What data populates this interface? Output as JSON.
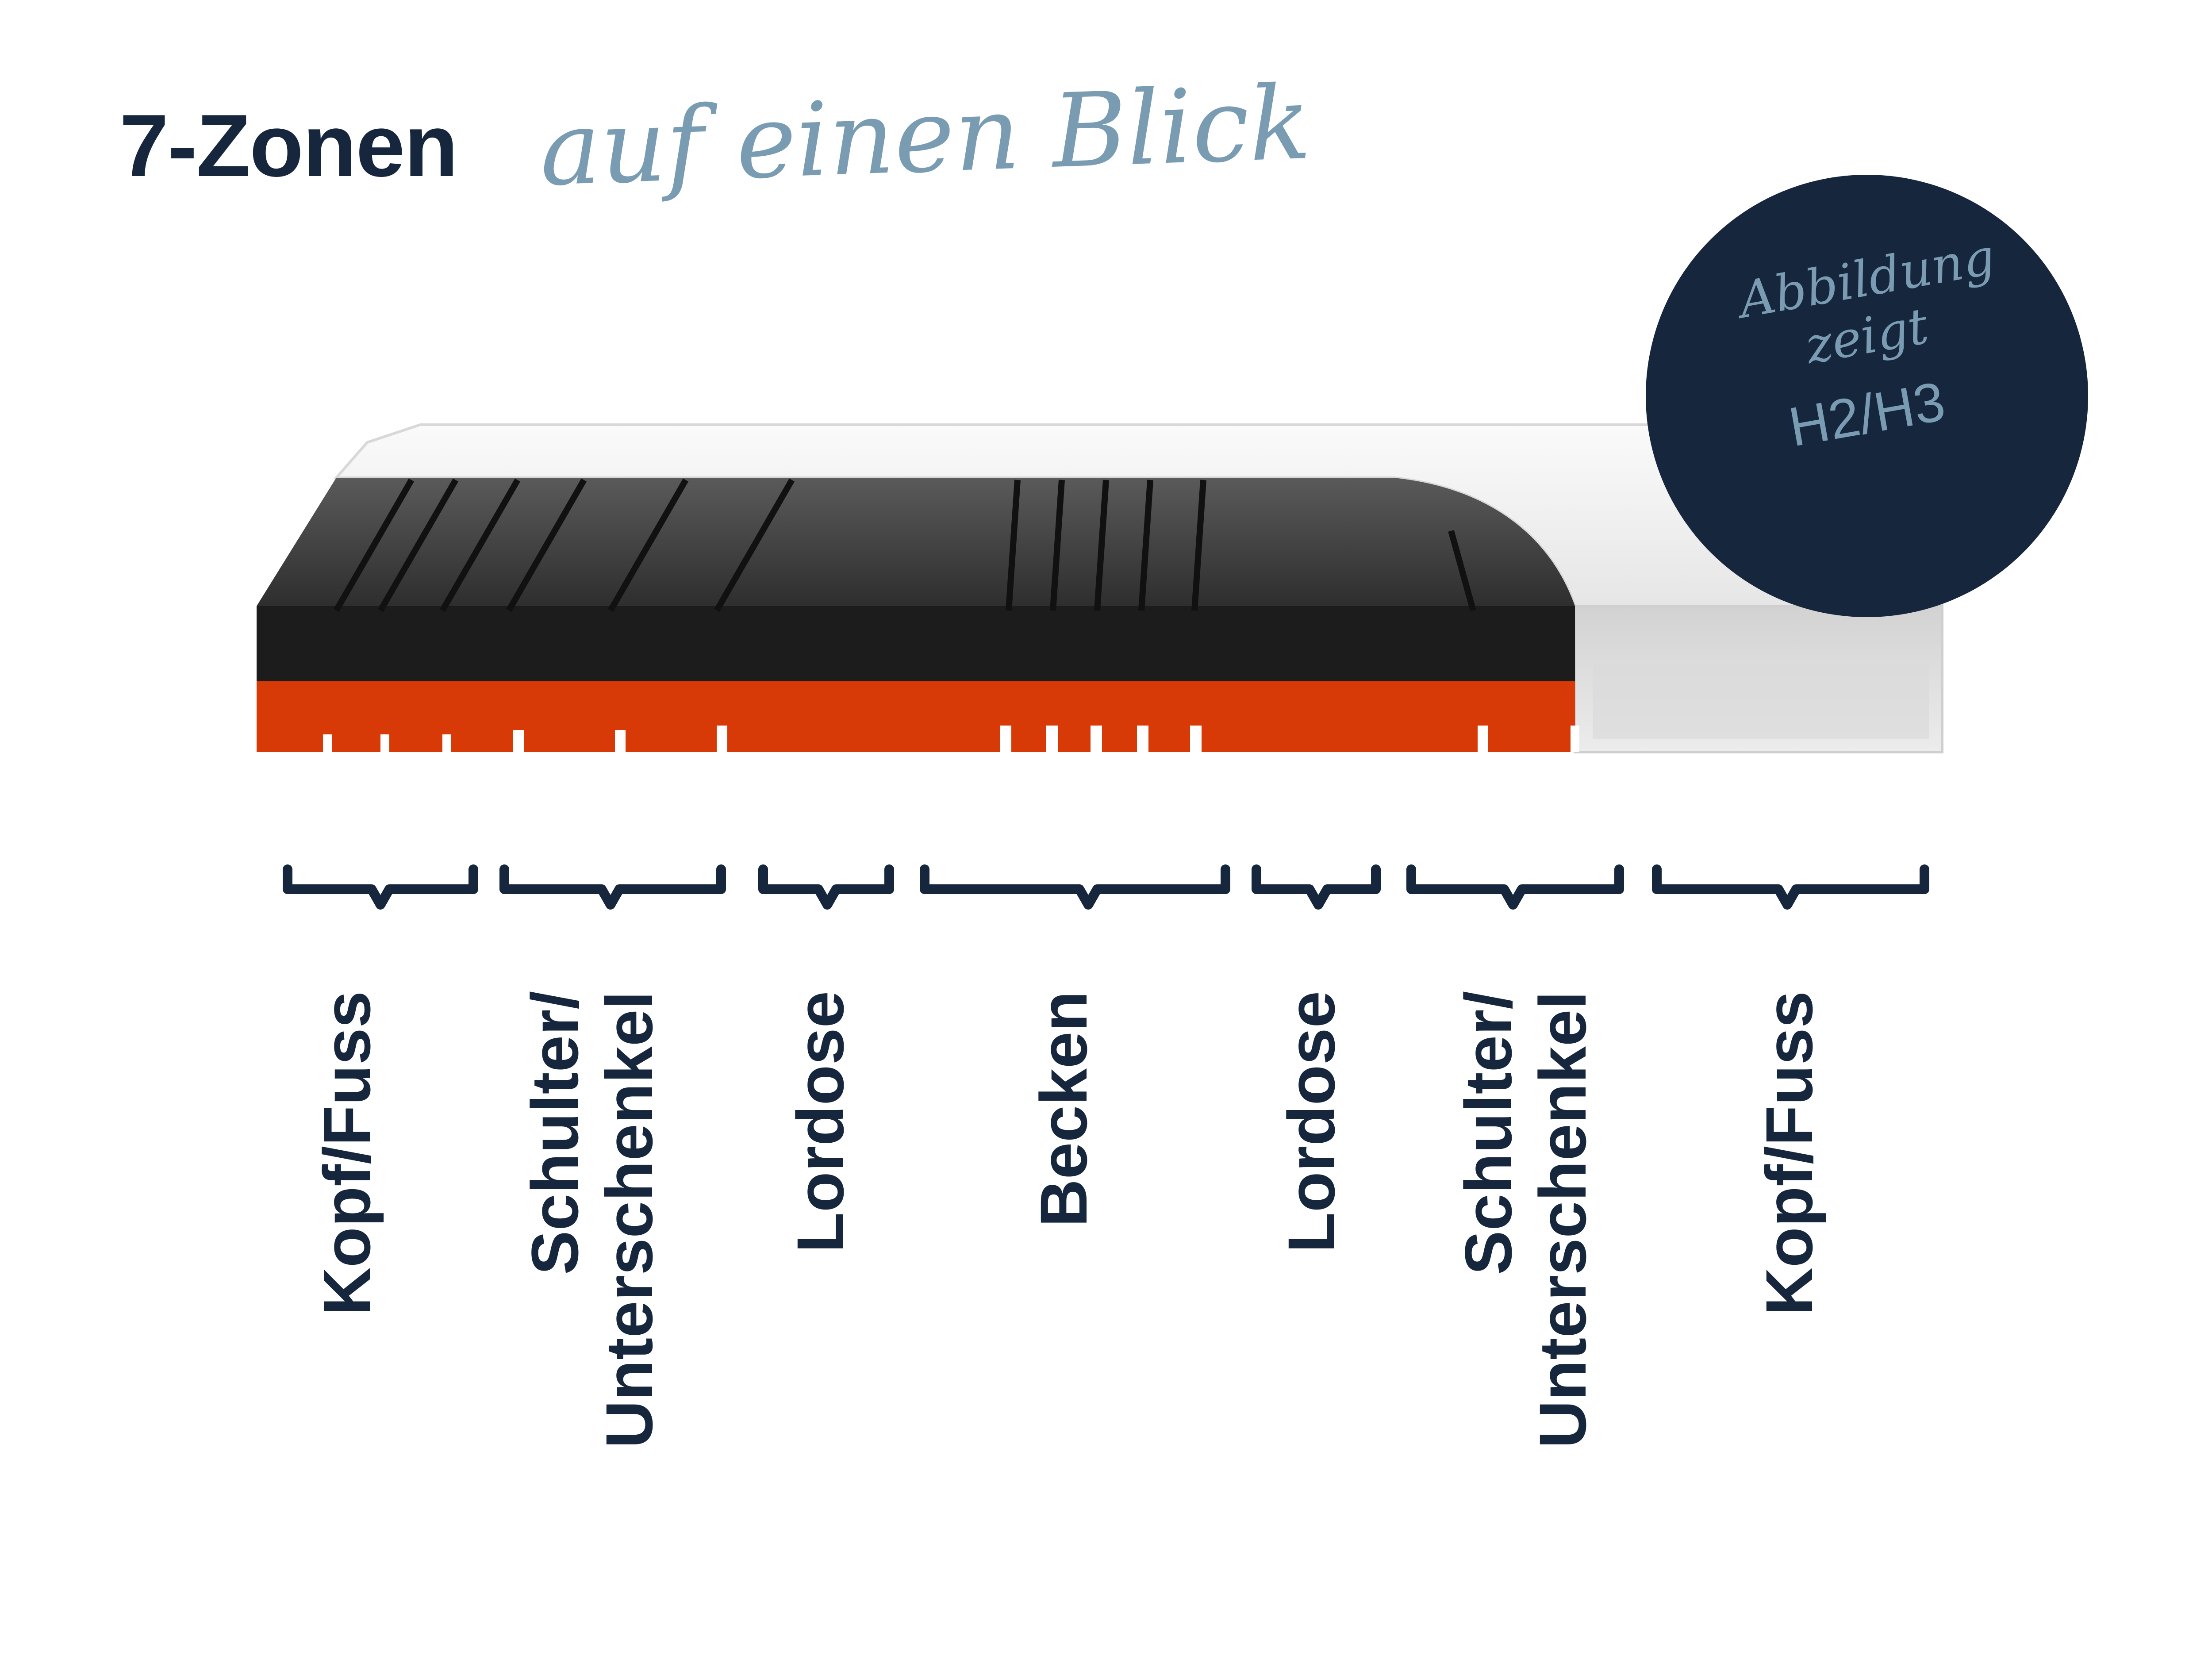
{
  "header": {
    "title_bold": "7-Zonen",
    "title_script": "auf einen Blick"
  },
  "badge": {
    "line1": "Abbildung",
    "line2": "zeigt",
    "code": "H2/H3"
  },
  "zones": [
    {
      "label": "Kopf/Fuss"
    },
    {
      "label": "Schulter/\nUnterschenkel"
    },
    {
      "label": "Lordose"
    },
    {
      "label": "Becken"
    },
    {
      "label": "Lordose"
    },
    {
      "label": "Schulter/\nUnterschenkel"
    },
    {
      "label": "Kopf/Fuss"
    }
  ],
  "colors": {
    "navy": "#16263d",
    "accent_blue": "#7a9cb3",
    "foam_black": "#1c1c1c",
    "foam_orange": "#d73a06",
    "cover_white": "#f3f3f3"
  }
}
